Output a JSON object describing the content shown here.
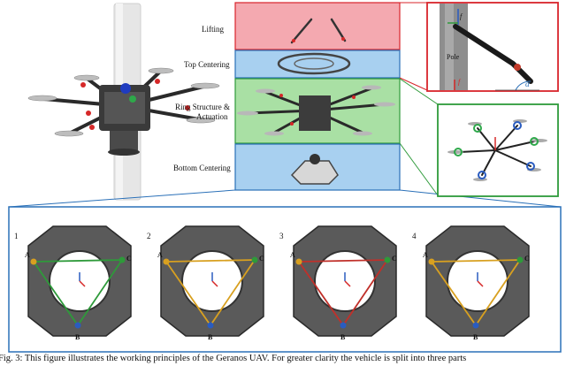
{
  "sections": {
    "lifting": "Lifting",
    "top_centering": "Top Centering",
    "ring_line1": "Ring Structure &",
    "ring_line2": "Actuation",
    "bottom_centering": "Bottom Centering"
  },
  "pole_detail": {
    "pole_label": "Pole",
    "f_label": "f",
    "alpha_label": "α"
  },
  "panels": [
    {
      "number": "1",
      "a": "A",
      "b": "B",
      "c": "C"
    },
    {
      "number": "2",
      "a": "A",
      "b": "B",
      "c": "C"
    },
    {
      "number": "3",
      "a": "A",
      "b": "B",
      "c": "C"
    },
    {
      "number": "4",
      "a": "A",
      "b": "B",
      "c": "C"
    }
  ],
  "caption": "Fig. 3: This figure illustrates the working principles of the Geranos UAV. For greater clarity the vehicle is split into three parts",
  "colors": {
    "lifting_bg": "#f4a9b0",
    "top_bg": "#a8d0f0",
    "ring_bg": "#a9e0a4",
    "bottom_bg": "#a8d0f0",
    "red_frame": "#d8242b",
    "green_frame": "#2e9a3a",
    "blue_frame": "#2a70b8"
  }
}
